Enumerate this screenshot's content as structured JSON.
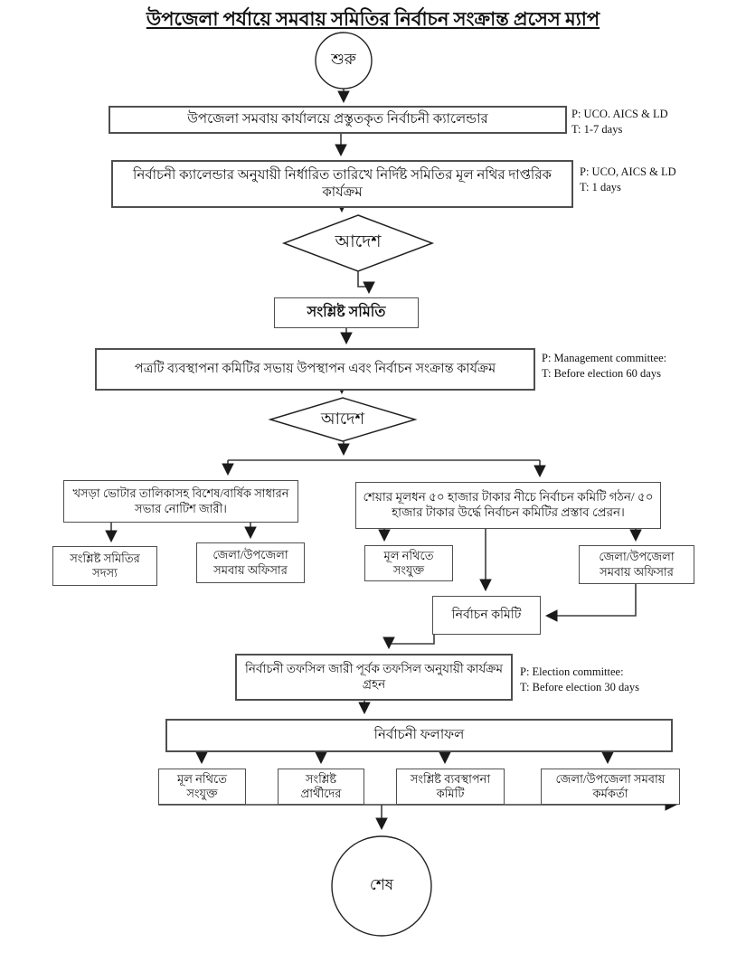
{
  "page": {
    "title": "উপজেলা পর্যায়ে সমবায় সমিতির নির্বাচন সংক্রান্ত প্রসেস ম্যাপ"
  },
  "nodes": {
    "start": "শুরু",
    "calendar": "উপজেলা সমবায় কার্যালয়ে প্রস্তুতকৃত নির্বাচনী ক্যালেন্ডার",
    "main_file_activity": "নির্বাচনী ক্যালেন্ডার অনুযায়ী নির্ধারিত তারিখে নির্দিষ্ট সমিতির মূল নথির দাপ্তরিক কার্যক্রম",
    "decision1": "আদেশ",
    "related_society": "সংশ্লিষ্ট সমিতি",
    "presentation": "পত্রটি ব্যবস্থাপনা কমিটির সভায় উপস্থাপন এবং নির্বাচন সংক্রান্ত কার্যক্রম",
    "decision2": "আদেশ",
    "voter_list_notice": "খসড়া ভোটার তালিকাসহ বিশেষ/বার্ষিক সাধারন সভার নোটিশ জারী।",
    "share_capital": "শেয়ার মূলধন ৫০ হাজার টাকার নীচে নির্বাচন কমিটি গঠন/ ৫০ হাজার টাকার উর্দ্ধে নির্বাচন কমিটির প্রস্তাব প্রেরন।",
    "society_members": "সংশ্লিষ্ট সমিতির সদস্য",
    "coop_officer_left": "জেলা/উপজেলা সমবায় অফিসার",
    "attached_main_file": "মূল নথিতে সংযুক্ত",
    "coop_officer_right": "জেলা/উপজেলা সমবায় অফিসার",
    "election_committee": "নির্বাচন কমিটি",
    "schedule_activity": "নির্বাচনী তফসিল জারী পূর্বক তফসিল অনুযায়ী কার্যক্রম গ্রহন",
    "results": "নির্বাচনী ফলাফল",
    "result_main_file": "মূল নথিতে সংযুক্ত",
    "result_candidates": "সংশ্লিষ্ট প্রার্থীদের",
    "result_mgmt_committee": "সংশ্লিষ্ট ব্যবস্থাপনা কমিটি",
    "result_coop_officer": "জেলা/উপজেলা সমবায় কর্মকর্তা",
    "end": "শেষ"
  },
  "annotations": {
    "calendar": {
      "p": "P: UCO. AICS & LD",
      "t": "T: 1-7 days"
    },
    "main_file": {
      "p": "P: UCO, AICS & LD",
      "t": "T: 1 days"
    },
    "management": {
      "p": "P: Management committee:",
      "t": "T: Before election 60 days"
    },
    "election": {
      "p": "P: Election committee:",
      "t": "T: Before election 30 days"
    }
  },
  "colors": {
    "background": "#ffffff",
    "line": "#3d3d3d",
    "box_border": "#4f4f4f",
    "text": "#111111"
  }
}
